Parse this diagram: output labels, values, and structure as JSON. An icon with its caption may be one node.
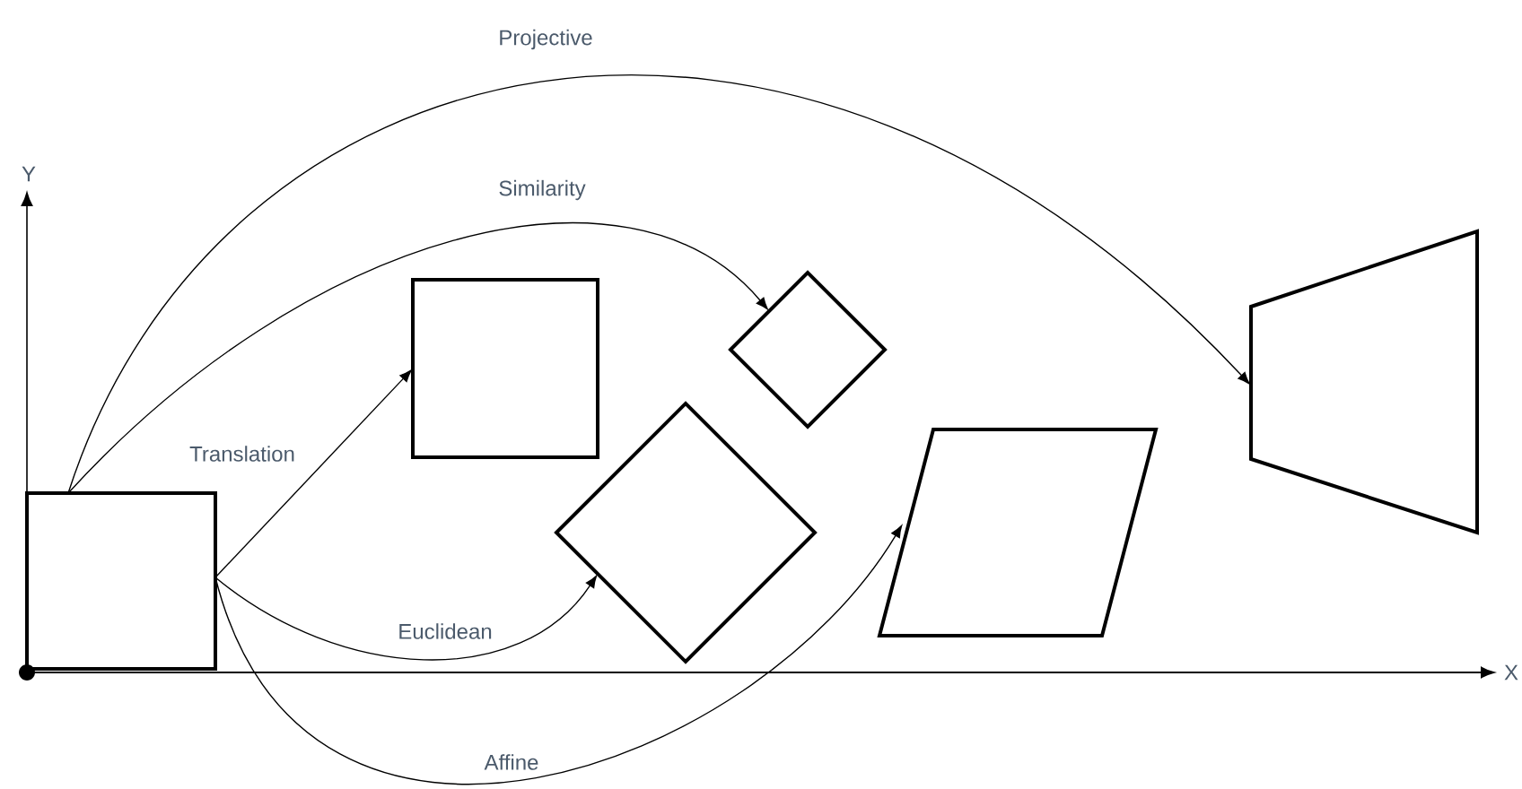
{
  "diagram": {
    "nodes": [
      {
        "text": [],
        "shape": "box"
      },
      {
        "text": [],
        "shape": "box"
      },
      {
        "text": [],
        "shape": "diamond"
      },
      {
        "text": [],
        "shape": "diamond"
      },
      {
        "text": [],
        "shape": "parallelogram"
      },
      {
        "text": [],
        "shape": "trapezoid"
      }
    ],
    "edges": [
      {
        "from": 0,
        "to": 5,
        "arrow": "to",
        "label": "Projective"
      },
      {
        "from": 0,
        "to": 2,
        "arrow": "to",
        "label": "Similarity"
      },
      {
        "from": 0,
        "to": 1,
        "arrow": "to",
        "label": "Translation"
      },
      {
        "from": 0,
        "to": 3,
        "arrow": "to",
        "label": "Euclidean"
      },
      {
        "from": 0,
        "to": 4,
        "arrow": "to",
        "label": "Affine"
      }
    ],
    "labels": [
      "Y",
      "X"
    ]
  }
}
